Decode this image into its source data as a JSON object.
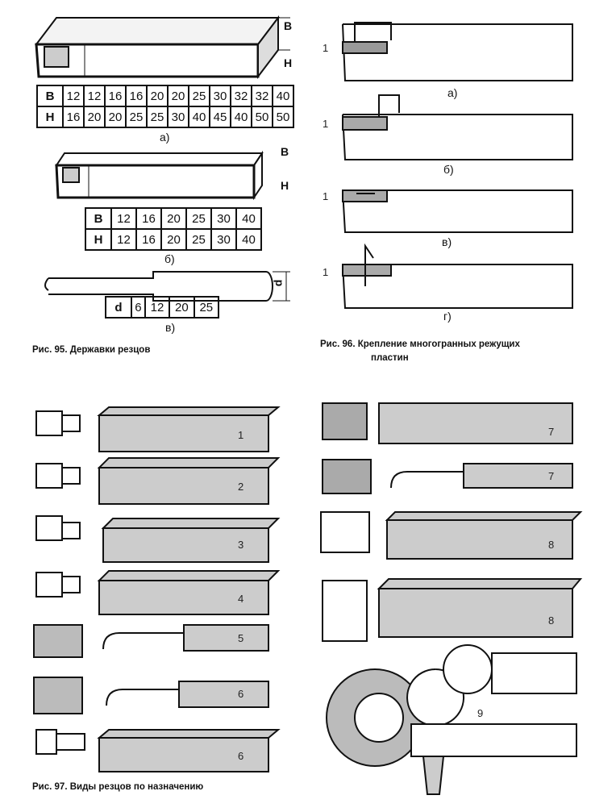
{
  "fig95": {
    "a": {
      "B": [
        "12",
        "12",
        "16",
        "16",
        "20",
        "20",
        "25",
        "30",
        "32",
        "32",
        "40"
      ],
      "H": [
        "16",
        "20",
        "20",
        "25",
        "25",
        "30",
        "40",
        "45",
        "40",
        "50",
        "50"
      ],
      "label": "а)"
    },
    "b": {
      "B": [
        "12",
        "16",
        "20",
        "25",
        "30",
        "40"
      ],
      "H": [
        "12",
        "16",
        "20",
        "25",
        "30",
        "40"
      ],
      "label": "б)"
    },
    "v": {
      "d": [
        "6",
        "12",
        "20",
        "25"
      ],
      "label": "в)"
    },
    "row_B": "B",
    "row_H": "H",
    "row_d": "d",
    "caption": "Рис. 95. Державки резцов"
  },
  "fig96": {
    "insert_label": "1",
    "labels": [
      "а)",
      "б)",
      "в)",
      "г)"
    ],
    "caption_1": "Рис. 96.  Крепление многогранных режущих",
    "caption_2": "пластин"
  },
  "fig97": {
    "left_numbers": [
      "1",
      "2",
      "3",
      "4",
      "5",
      "6",
      "6"
    ],
    "right_numbers": [
      "7",
      "7",
      "8",
      "8",
      "9"
    ],
    "caption": "Рис. 97. Виды резцов по назначению"
  }
}
